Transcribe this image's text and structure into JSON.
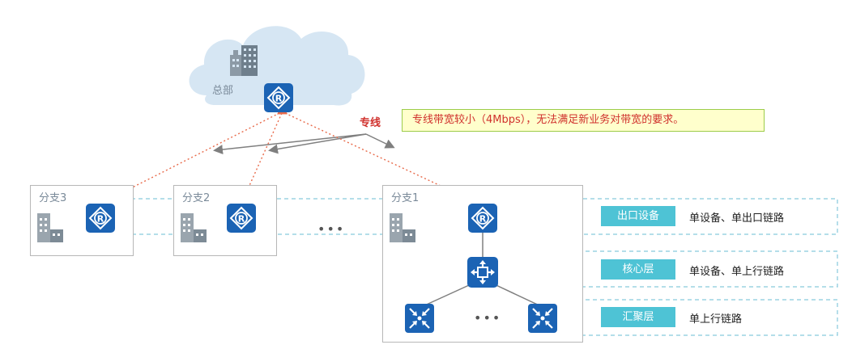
{
  "hq": {
    "label": "总部"
  },
  "leased_line": {
    "label": "专线"
  },
  "note": {
    "text": "专线带宽较小（4Mbps），无法满足新业务对带宽的要求。"
  },
  "branches": [
    {
      "label": "分支3"
    },
    {
      "label": "分支2"
    },
    {
      "label": "分支1"
    }
  ],
  "ellipsis": "•••",
  "layers": [
    {
      "tag": "出口设备",
      "desc": "单设备、单出口链路"
    },
    {
      "tag": "核心层",
      "desc": "单设备、单上行链路"
    },
    {
      "tag": "汇聚层",
      "desc": "单上行链路"
    }
  ],
  "colors": {
    "cloud": "#d6e6f3",
    "device_blue": "#1b63b4",
    "dashed_line": "#e86a4a",
    "layer_tag": "#4ec3d5",
    "zone_border": "#86c9dc",
    "alert_text": "#d0312d",
    "note_bg": "#ffffcc"
  },
  "icons": {
    "router": "router-icon",
    "core_switch": "core-switch-icon",
    "aggregation_switch": "aggregation-switch-icon",
    "building": "building-icon"
  }
}
